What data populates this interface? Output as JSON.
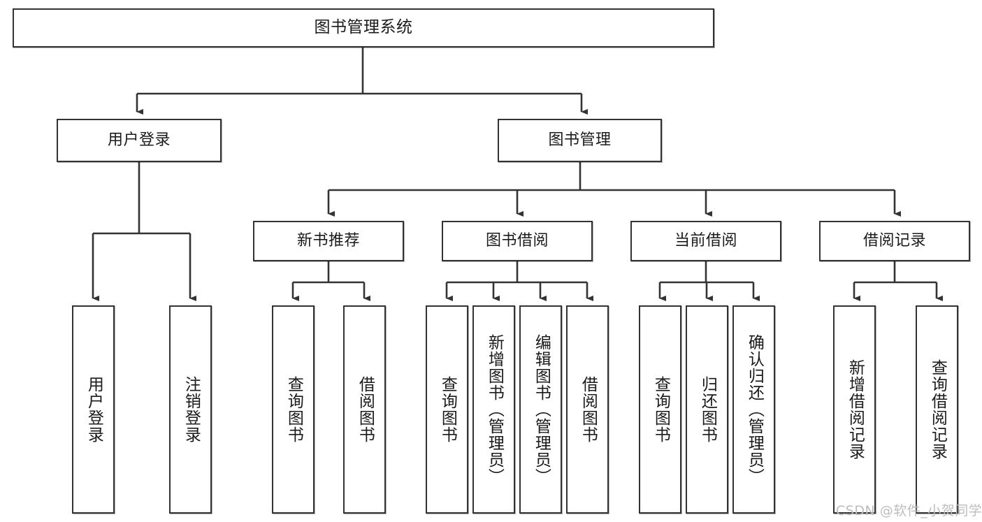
{
  "diagram": {
    "type": "tree-hierarchy",
    "title": "图书管理系统",
    "line_color": "#333333",
    "box_fill": "#ffffff",
    "text_color": "#1a1a1a",
    "nodes": {
      "root": {
        "label": "图书管理系统",
        "level": 1,
        "orientation": "horizontal"
      },
      "l2": [
        {
          "id": "user-login",
          "label": "用户登录",
          "level": 2,
          "orientation": "horizontal"
        },
        {
          "id": "book-manage",
          "label": "图书管理",
          "level": 2,
          "orientation": "horizontal"
        }
      ],
      "l3": [
        {
          "id": "new-book-recommend",
          "label": "新书推荐",
          "level": 3,
          "orientation": "horizontal",
          "parent": "book-manage"
        },
        {
          "id": "book-borrow",
          "label": "图书借阅",
          "level": 3,
          "orientation": "horizontal",
          "parent": "book-manage"
        },
        {
          "id": "current-borrow",
          "label": "当前借阅",
          "level": 3,
          "orientation": "horizontal",
          "parent": "book-manage"
        },
        {
          "id": "borrow-record",
          "label": "借阅记录",
          "level": 3,
          "orientation": "horizontal",
          "parent": "book-manage"
        }
      ],
      "leaves": [
        {
          "id": "leaf-user-login",
          "label": "用户登录",
          "parent": "user-login",
          "orientation": "vertical"
        },
        {
          "id": "leaf-logout-login",
          "label": "注销登录",
          "parent": "user-login",
          "orientation": "vertical"
        },
        {
          "id": "leaf-query-book-1",
          "label": "查询图书",
          "parent": "new-book-recommend",
          "orientation": "vertical"
        },
        {
          "id": "leaf-borrow-book-1",
          "label": "借阅图书",
          "parent": "new-book-recommend",
          "orientation": "vertical"
        },
        {
          "id": "leaf-query-book-2",
          "label": "查询图书",
          "parent": "book-borrow",
          "orientation": "vertical"
        },
        {
          "id": "leaf-add-book",
          "label": "新增图书（管理员）",
          "parent": "book-borrow",
          "orientation": "vertical"
        },
        {
          "id": "leaf-edit-book",
          "label": "编辑图书（管理员）",
          "parent": "book-borrow",
          "orientation": "vertical"
        },
        {
          "id": "leaf-borrow-book-2",
          "label": "借阅图书",
          "parent": "book-borrow",
          "orientation": "vertical"
        },
        {
          "id": "leaf-query-book-3",
          "label": "查询图书",
          "parent": "current-borrow",
          "orientation": "vertical"
        },
        {
          "id": "leaf-return-book",
          "label": "归还图书",
          "parent": "current-borrow",
          "orientation": "vertical"
        },
        {
          "id": "leaf-confirm-return",
          "label": "确认归还（管理员）",
          "parent": "current-borrow",
          "orientation": "vertical"
        },
        {
          "id": "leaf-add-record",
          "label": "新增借阅记录",
          "parent": "borrow-record",
          "orientation": "vertical"
        },
        {
          "id": "leaf-query-record",
          "label": "查询借阅记录",
          "parent": "borrow-record",
          "orientation": "vertical"
        }
      ]
    },
    "watermark": "CSDN @软件_小贺同学"
  }
}
